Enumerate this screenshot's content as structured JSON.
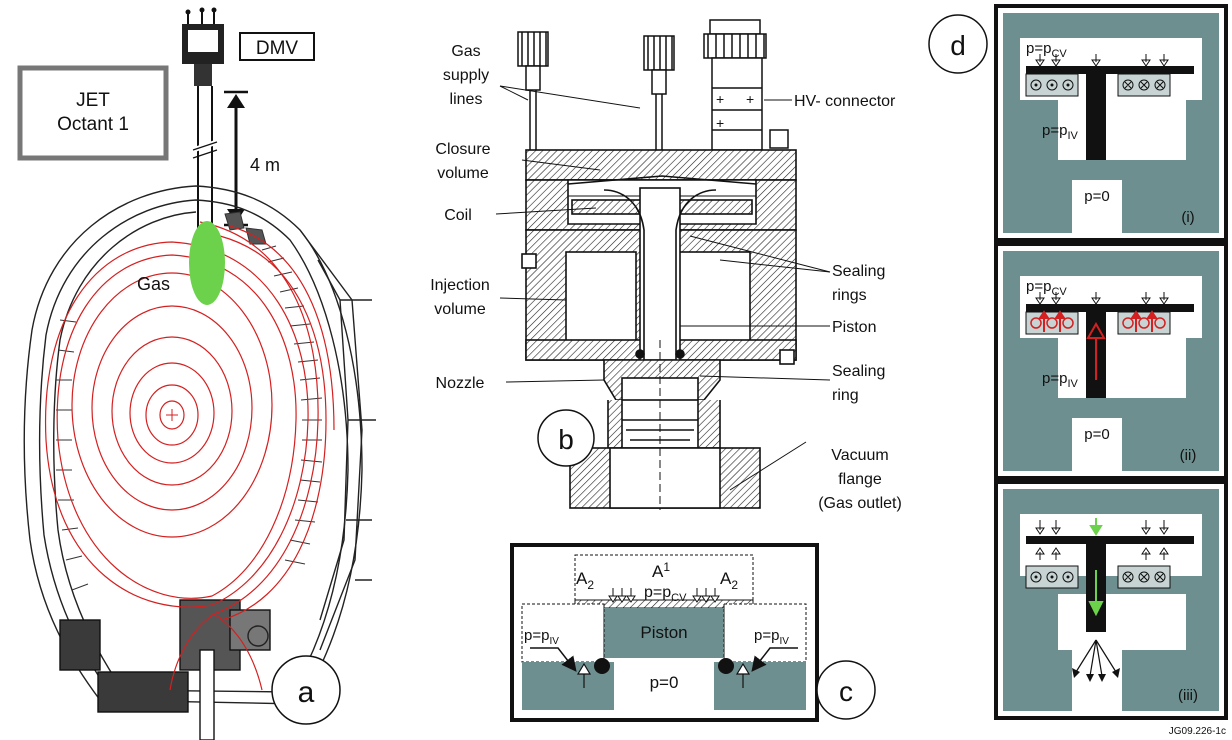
{
  "colors": {
    "steel": "#6e8f8f",
    "plasma": "#d42020",
    "gas": "#6cd24b",
    "frame": "#111111",
    "jet_box": "#777777"
  },
  "panel_a": {
    "jet_label_line1": "JET",
    "jet_label_line2": "Octant 1",
    "dmv_label": "DMV",
    "distance_label": "4 m",
    "gas_label": "Gas",
    "letter": "a"
  },
  "panel_b": {
    "letter": "b",
    "gas_supply": [
      "Gas",
      "supply",
      "lines"
    ],
    "hv_connector": "HV- connector",
    "closure_volume": [
      "Closure",
      "volume"
    ],
    "coil": "Coil",
    "injection_volume": [
      "Injection",
      "volume"
    ],
    "sealing_rings": [
      "Sealing",
      "rings"
    ],
    "piston": "Piston",
    "nozzle": "Nozzle",
    "sealing_ring": [
      "Sealing",
      "ring"
    ],
    "vacuum_flange": [
      "Vacuum",
      "flange",
      "(Gas outlet)"
    ]
  },
  "panel_c": {
    "letter": "c",
    "a1": "A",
    "a1_sub": "1",
    "a2": "A",
    "a2_sub": "2",
    "p_cv": "p=p",
    "p_cv_sub": "CV",
    "piston": "Piston",
    "p_iv": "p=p",
    "p_iv_sub": "IV",
    "p_zero": "p=0"
  },
  "panel_d": {
    "letter": "d",
    "p_cv": "p=p",
    "p_cv_sub": "CV",
    "p_iv": "p=p",
    "p_iv_sub": "IV",
    "p_zero": "p=0",
    "steps": [
      "(i)",
      "(ii)",
      "(iii)"
    ]
  },
  "figure_id": "JG09.226-1c"
}
